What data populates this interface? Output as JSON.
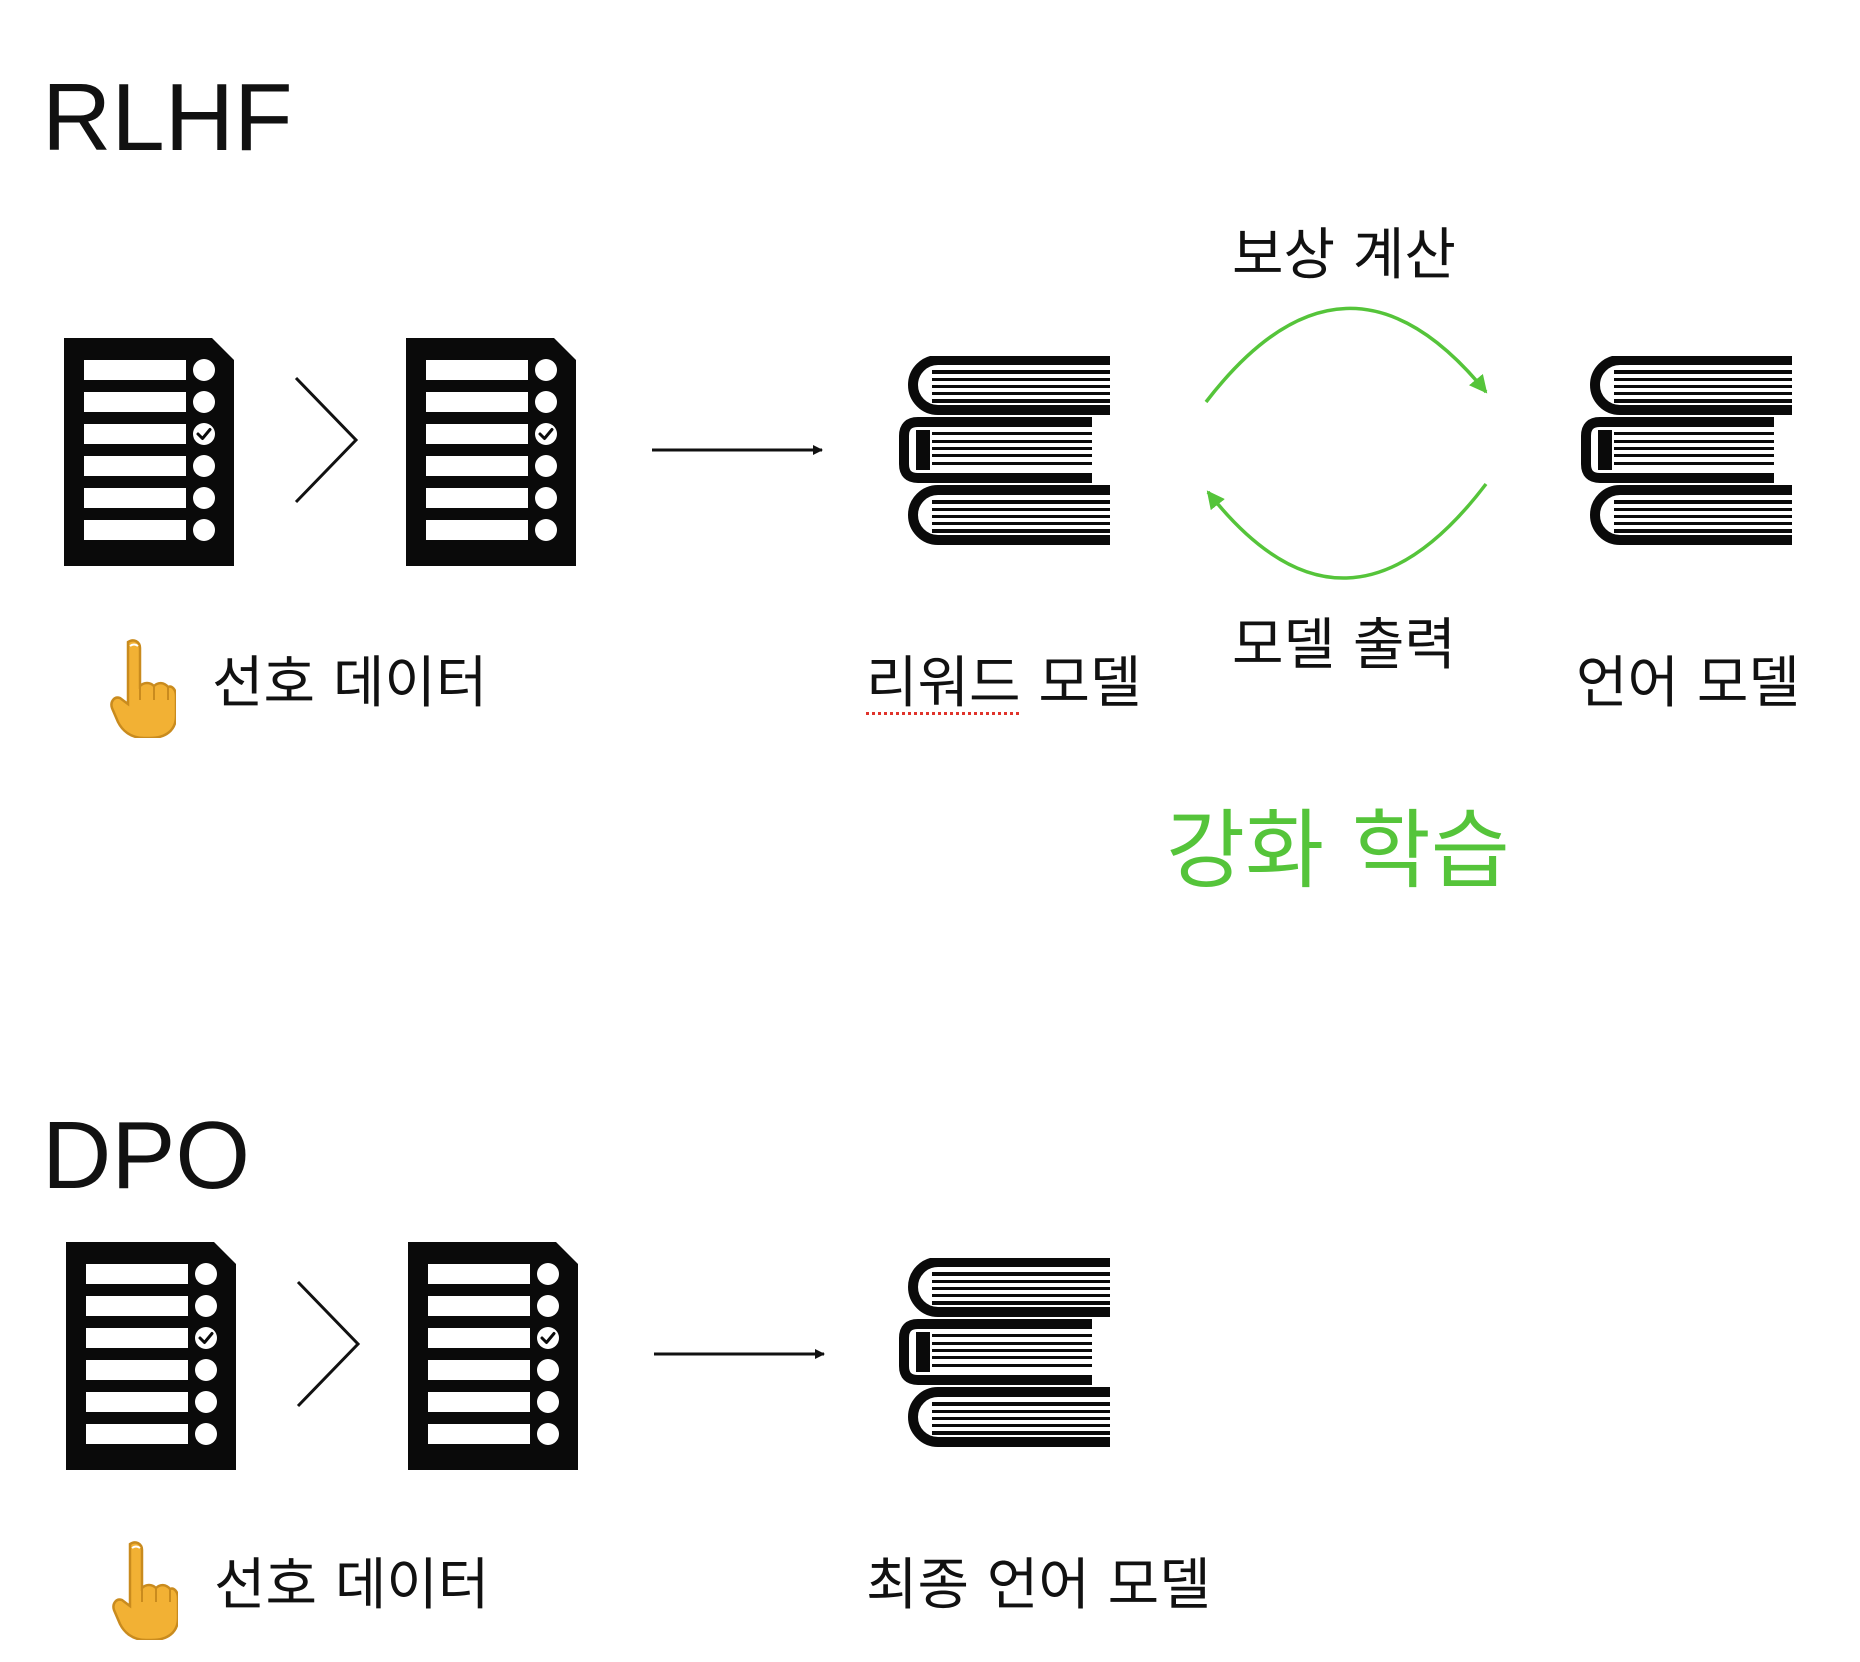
{
  "rlhf": {
    "title": "RLHF",
    "preference_label": "선호 데이터",
    "reward_model_label": "리워드 모델",
    "reward_model_label_part1": "리워드",
    "reward_model_label_part2": " 모델",
    "language_model_label": "언어 모델",
    "compute_reward_label": "보상 계산",
    "model_output_label": "모델 출력",
    "rl_label": "강화 학습"
  },
  "dpo": {
    "title": "DPO",
    "preference_label": "선호 데이터",
    "final_model_label": "최종 언어 모델"
  },
  "colors": {
    "accent_green": "#55c43a",
    "ink": "#111111"
  },
  "icons": [
    "document-list-icon",
    "greater-than-icon",
    "arrow-right-icon",
    "book-stack-icon",
    "pointing-hand-icon",
    "curved-arrow-icon"
  ]
}
